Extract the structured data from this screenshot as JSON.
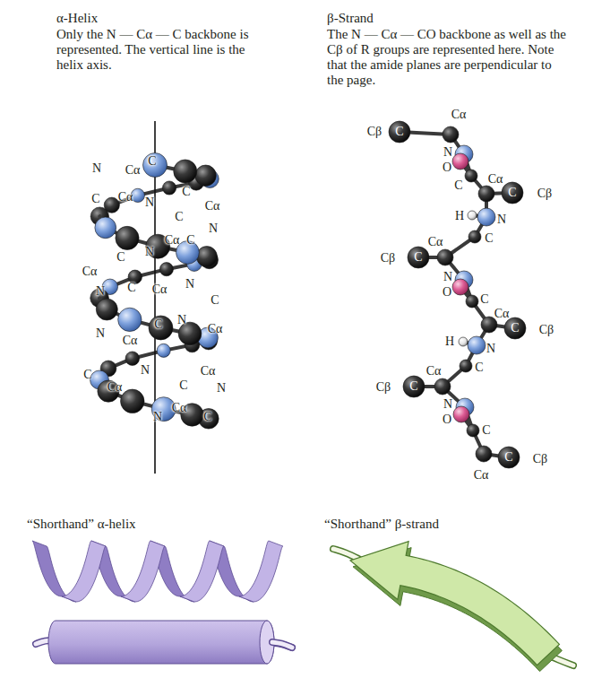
{
  "diagram": {
    "labels": [
      "α-Helix",
      "Only the N — Cα — C backbone is represented. The vertical line is the helix axis.",
      "β-Strand",
      "The N — Cα — CO backbone as well as the Cβ of R groups are represented here. Note that the amide planes are perpendicular to the page.",
      "N",
      "Cα",
      "C",
      "C",
      "Cα",
      "N",
      "C",
      "Cα",
      "N",
      "C",
      "C",
      "N",
      "Cα",
      "C",
      "Cα",
      "N",
      "C",
      "Cα",
      "N",
      "C",
      "N",
      "Cα",
      "C",
      "N",
      "Cα",
      "C",
      "Cα",
      "N",
      "Cα",
      "N",
      "C",
      "Cα",
      "N",
      "C",
      "Cα",
      "Cβ",
      "C",
      "N",
      "O",
      "C",
      "Cα",
      "C",
      "Cβ",
      "H",
      "N",
      "C",
      "Cα",
      "Cβ",
      "C",
      "N",
      "O",
      "C",
      "Cα",
      "C",
      "Cβ",
      "H",
      "N",
      "C",
      "Cα",
      "Cβ",
      "C",
      "N",
      "O",
      "C",
      "C",
      "Cβ",
      "Cα",
      "“Shorthand” α-helix",
      "“Shorthand” β-strand"
    ]
  }
}
